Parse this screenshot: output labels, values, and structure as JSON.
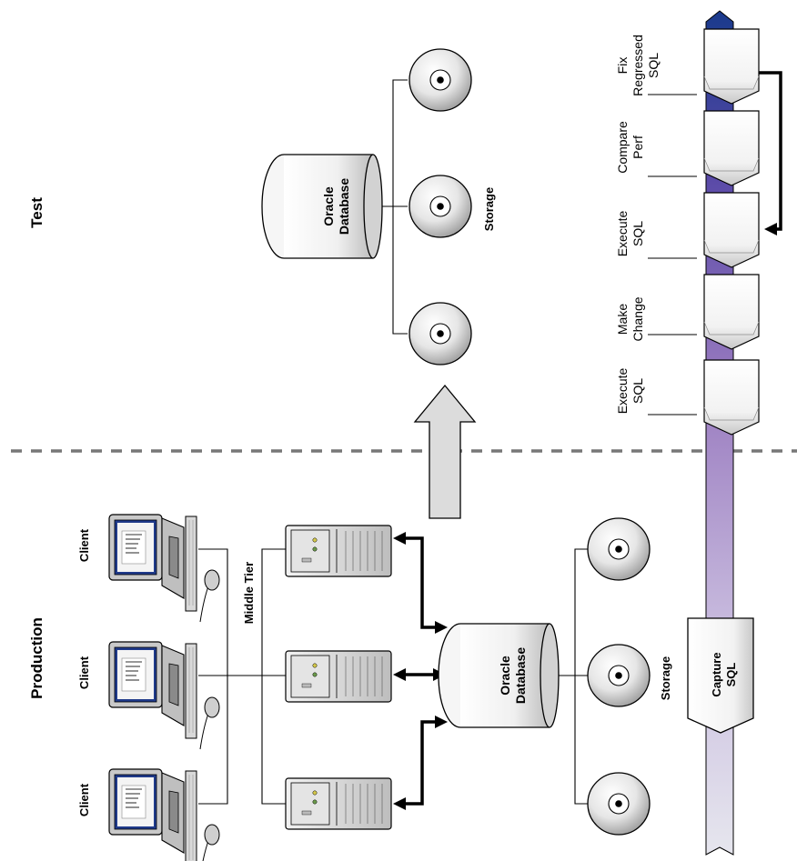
{
  "sections": {
    "production_label": "Production",
    "test_label": "Test"
  },
  "production": {
    "clients": [
      {
        "label": "Client"
      },
      {
        "label": "Client"
      },
      {
        "label": "Client"
      }
    ],
    "middle_tier_label": "Middle Tier",
    "database": {
      "line1": "Oracle",
      "line2": "Database"
    },
    "storage_label": "Storage"
  },
  "test": {
    "database": {
      "line1": "Oracle",
      "line2": "Database"
    },
    "storage_label": "Storage"
  },
  "workflow": {
    "capture": {
      "line1": "Capture",
      "line2": "SQL"
    },
    "steps": [
      {
        "lines": [
          "Execute",
          "SQL"
        ]
      },
      {
        "lines": [
          "Make",
          "Change"
        ]
      },
      {
        "lines": [
          "Execute",
          "SQL"
        ]
      },
      {
        "lines": [
          "Compare",
          "Perf"
        ]
      },
      {
        "lines": [
          "Fix",
          "Regressed",
          "SQL"
        ]
      }
    ]
  },
  "colors": {
    "timeline_top": "#1a3a8c",
    "timeline_mid": "#9a7cc0",
    "timeline_bottom": "#d8d8e6",
    "gray_arrow": "#dcdcdc",
    "divider": "#777777"
  }
}
